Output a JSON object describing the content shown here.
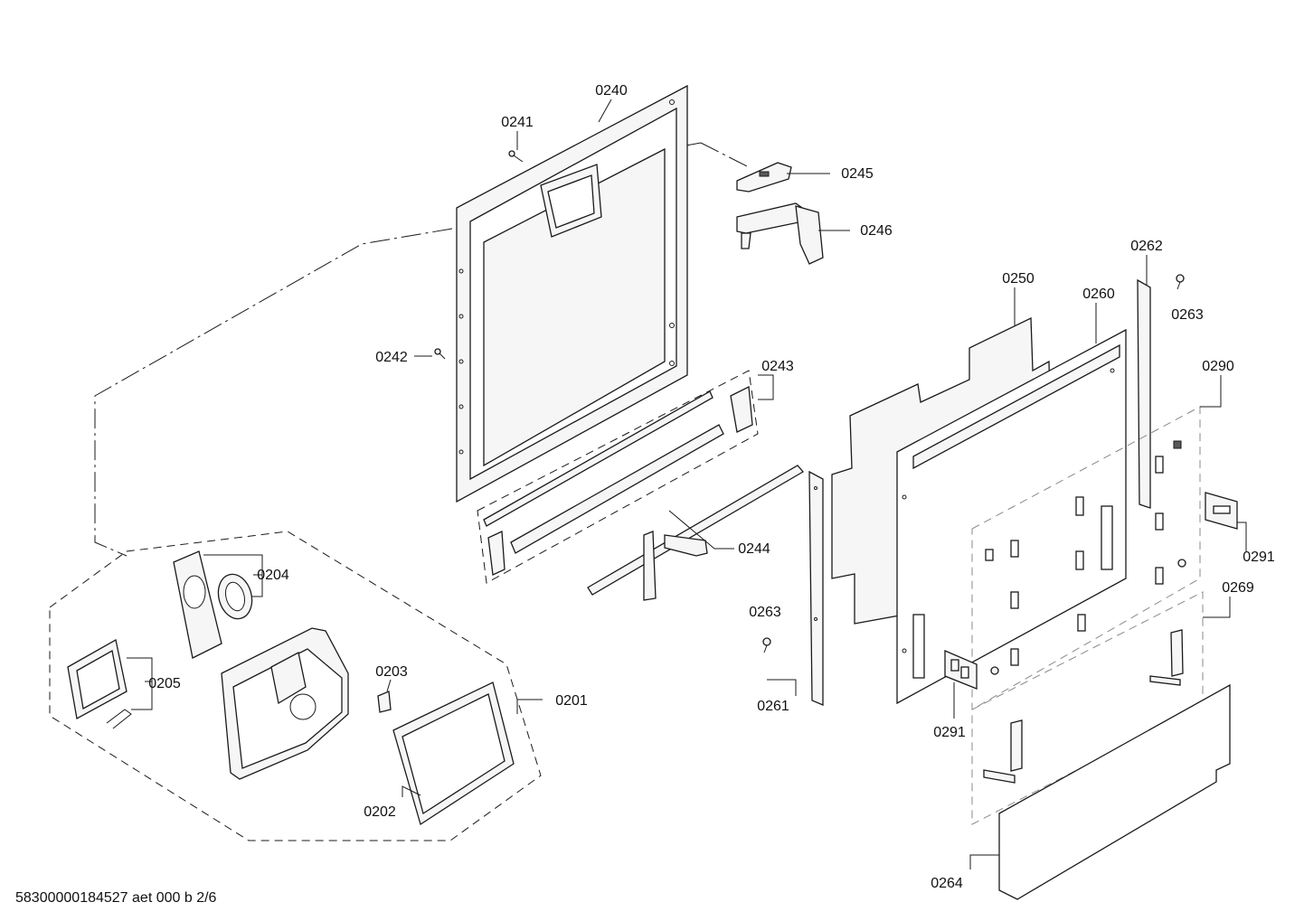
{
  "callouts": {
    "c0240": "0240",
    "c0241": "0241",
    "c0242": "0242",
    "c0243": "0243",
    "c0244": "0244",
    "c0245": "0245",
    "c0246": "0246",
    "c0250": "0250",
    "c0260": "0260",
    "c0261": "0261",
    "c0262": "0262",
    "c0263a": "0263",
    "c0263b": "0263",
    "c0264": "0264",
    "c0269": "0269",
    "c0290": "0290",
    "c0291a": "0291",
    "c0291b": "0291",
    "c0201": "0201",
    "c0202": "0202",
    "c0203": "0203",
    "c0204": "0204",
    "c0205": "0205"
  },
  "footer": {
    "document_code": "58300000184527 aet 000 b 2/6"
  }
}
